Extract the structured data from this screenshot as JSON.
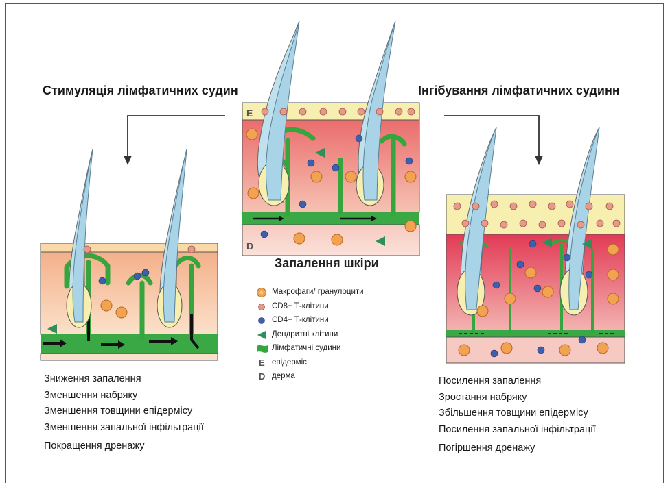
{
  "titles": {
    "left": "Стимуляція лімфатичних судин",
    "right": "Інгібування лімфатичних судинн",
    "center": "Запалення шкіри"
  },
  "layer_letters": {
    "epidermis": "E",
    "dermis": "D"
  },
  "legend": [
    {
      "icon": "macrophage-icon",
      "label": "Макрофаги/ гранулоцити"
    },
    {
      "icon": "cd8-cell-icon",
      "label": "CD8+ Т-клітини"
    },
    {
      "icon": "cd4-cell-icon",
      "label": "CD4+ Т-клітини"
    },
    {
      "icon": "dendritic-cell-icon",
      "label": "Дендритні клітини"
    },
    {
      "icon": "lymphatic-vessel-icon",
      "label": "Лімфатичні судини"
    },
    {
      "icon": "letter-e-icon",
      "symbol": "E",
      "label": "епідерміс"
    },
    {
      "icon": "letter-d-icon",
      "symbol": "D",
      "label": "дерма"
    }
  ],
  "left_outcomes": [
    "Зниження запалення",
    "Зменшення набряку",
    "Зменшення товщини епідермісу",
    "Зменшення запальної інфільтрації",
    "Покращення дренажу"
  ],
  "right_outcomes": [
    "Посилення запалення",
    "Зростання набряку",
    "Збільшення товщини епідермісу",
    "Посилення запальної інфільтрації",
    "Погіршення дренажу"
  ],
  "colors": {
    "epidermis": "#f7efb0",
    "dermis_center": "#f3a39a",
    "dermis_left": "#f6c49a",
    "dermis_right": "#e8475a",
    "lymph_vessel": "#37a53e",
    "hair": "#a9d4e8",
    "cd8": "#e59a8c",
    "cd4": "#3d5fae",
    "macrophage": "#f0a050",
    "dendritic": "#2f8f5a"
  }
}
